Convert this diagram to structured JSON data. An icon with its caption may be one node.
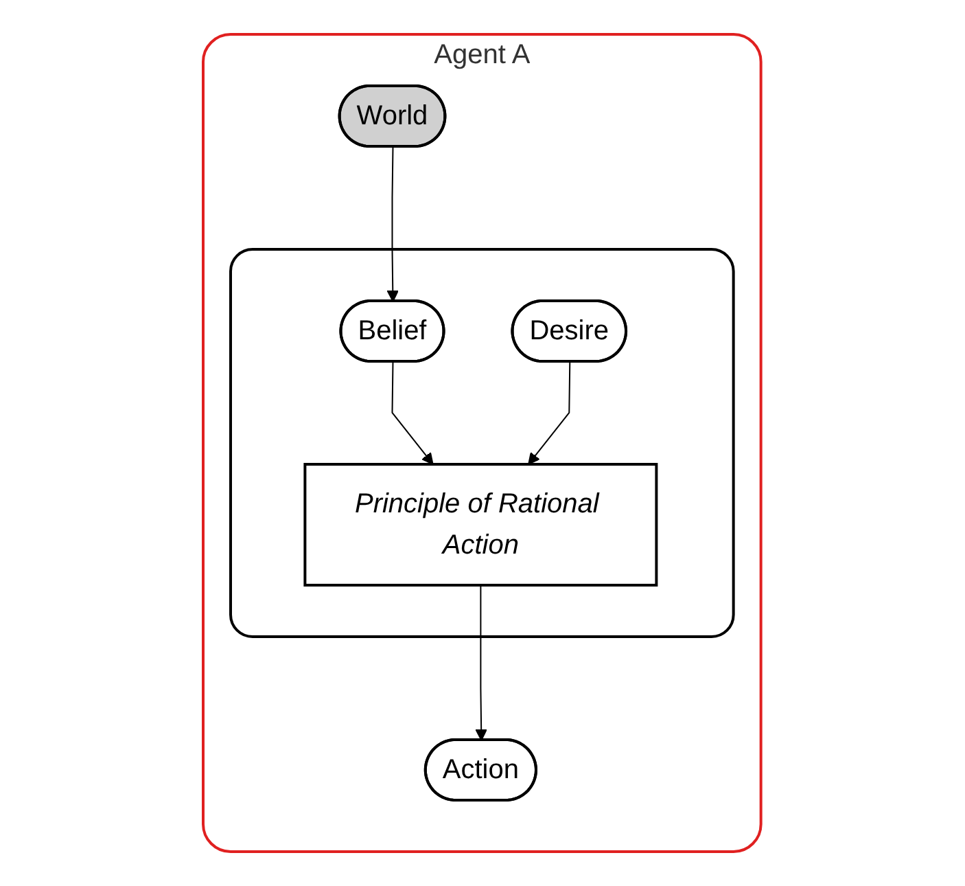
{
  "diagram": {
    "nodes": [
      {
        "text": [
          "Agent A"
        ]
      },
      {
        "text": [
          "World"
        ],
        "in": 0
      },
      {
        "text": [],
        "shape": "box",
        "in": 0
      },
      {
        "text": [
          "Belief"
        ],
        "in": 2
      },
      {
        "text": [
          "Desire"
        ],
        "in": 2
      },
      {
        "text": [
          "Principle of Rational Action"
        ],
        "in": 2
      },
      {
        "text": [
          "Action"
        ],
        "in": 0
      }
    ],
    "edges": [
      {
        "from": 1,
        "to": 3,
        "arrow": "to"
      },
      {
        "from": 3,
        "to": 5,
        "arrow": "to"
      },
      {
        "from": 4,
        "to": 5,
        "arrow": "to"
      },
      {
        "from": 5,
        "to": 6,
        "arrow": "to"
      }
    ]
  }
}
